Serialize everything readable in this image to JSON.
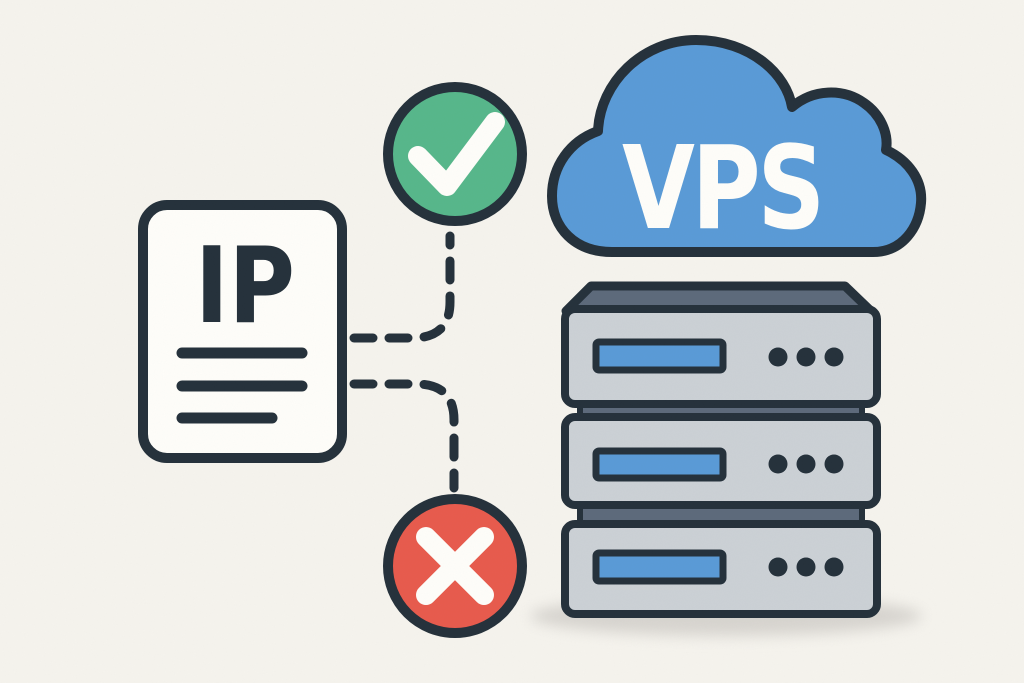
{
  "diagram": {
    "ip_document": {
      "label": "IP",
      "detail_line_count": 3
    },
    "allowed_badge": {
      "icon": "check",
      "fill": "#57b78b"
    },
    "blocked_badge": {
      "icon": "cross",
      "fill": "#e85b4d"
    },
    "cloud": {
      "label": "VPS",
      "fill": "#5a9bd7"
    },
    "server_stack": {
      "unit_count": 3,
      "dots_per_unit": 3,
      "body_fill": "#ccd1d6",
      "top_fill": "#5d6a7b",
      "panel_fill": "#5a9bd7"
    },
    "colors": {
      "background": "#f6f4ee",
      "outline": "#25313b",
      "white": "#fffefa",
      "shadow": "#d8d5d0"
    }
  }
}
